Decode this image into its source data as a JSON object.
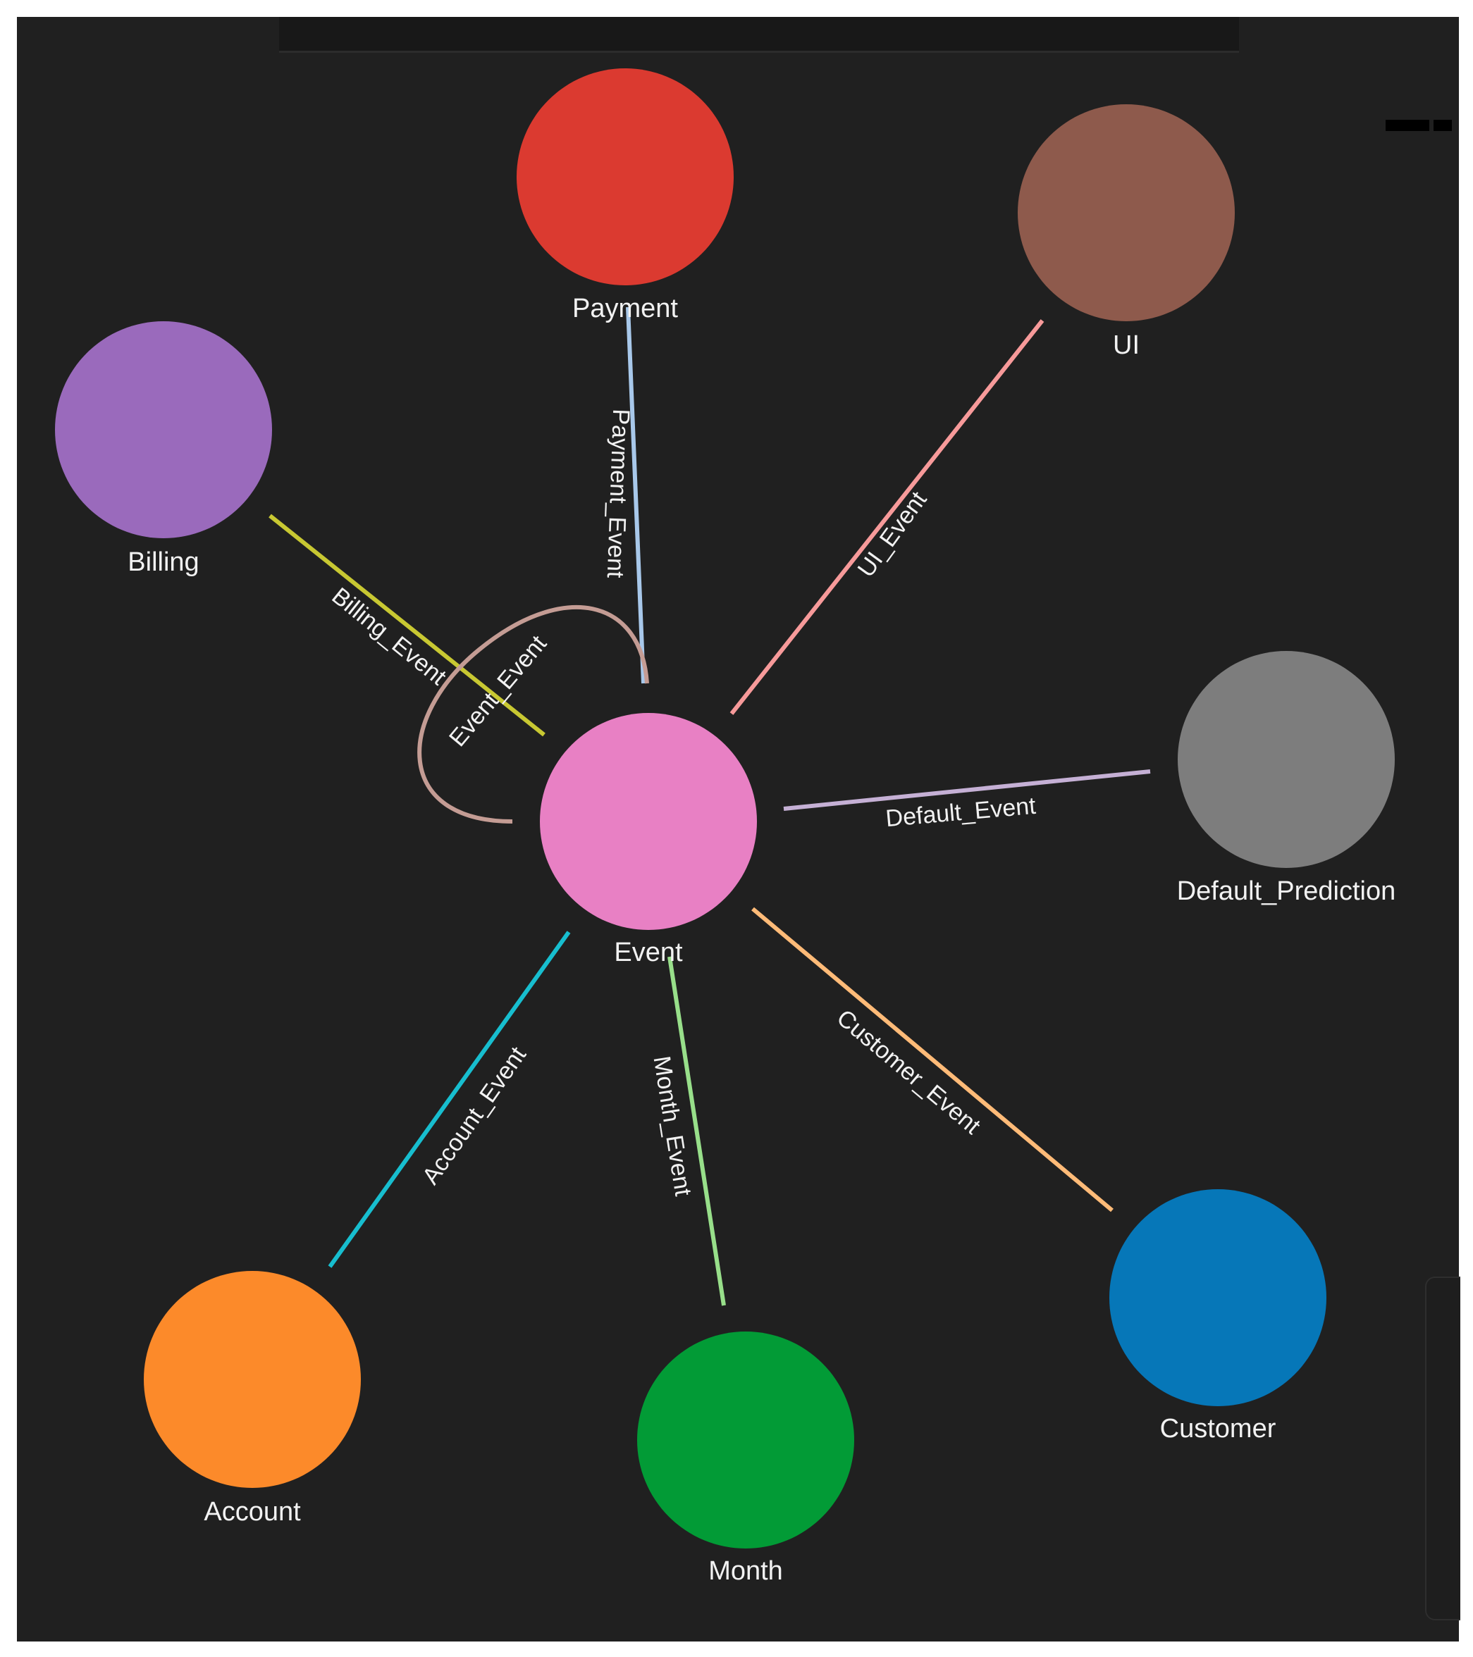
{
  "nodes": {
    "payment": {
      "label": "Payment",
      "color": "#db3a30"
    },
    "ui": {
      "label": "UI",
      "color": "#8e5a4c"
    },
    "billing": {
      "label": "Billing",
      "color": "#9a6abc"
    },
    "event": {
      "label": "Event",
      "color": "#e880c4"
    },
    "default_prediction": {
      "label": "Default_Prediction",
      "color": "#7d7d7d"
    },
    "account": {
      "label": "Account",
      "color": "#fc8a2a"
    },
    "month": {
      "label": "Month",
      "color": "#029b36"
    },
    "customer": {
      "label": "Customer",
      "color": "#0677b8"
    }
  },
  "edges": {
    "payment_event": {
      "label": "Payment_Event",
      "color": "#a8c8ea"
    },
    "ui_event": {
      "label": "UI_Event",
      "color": "#f79a9a"
    },
    "billing_event": {
      "label": "Billing_Event",
      "color": "#c8c832"
    },
    "event_event": {
      "label": "Event_Event",
      "color": "#c49c94"
    },
    "default_event": {
      "label": "Default_Event",
      "color": "#c5b0d5"
    },
    "account_event": {
      "label": "Account_Event",
      "color": "#17becf"
    },
    "month_event": {
      "label": "Month_Event",
      "color": "#98df8a"
    },
    "customer_event": {
      "label": "Customer_Event",
      "color": "#ffbb78"
    }
  }
}
